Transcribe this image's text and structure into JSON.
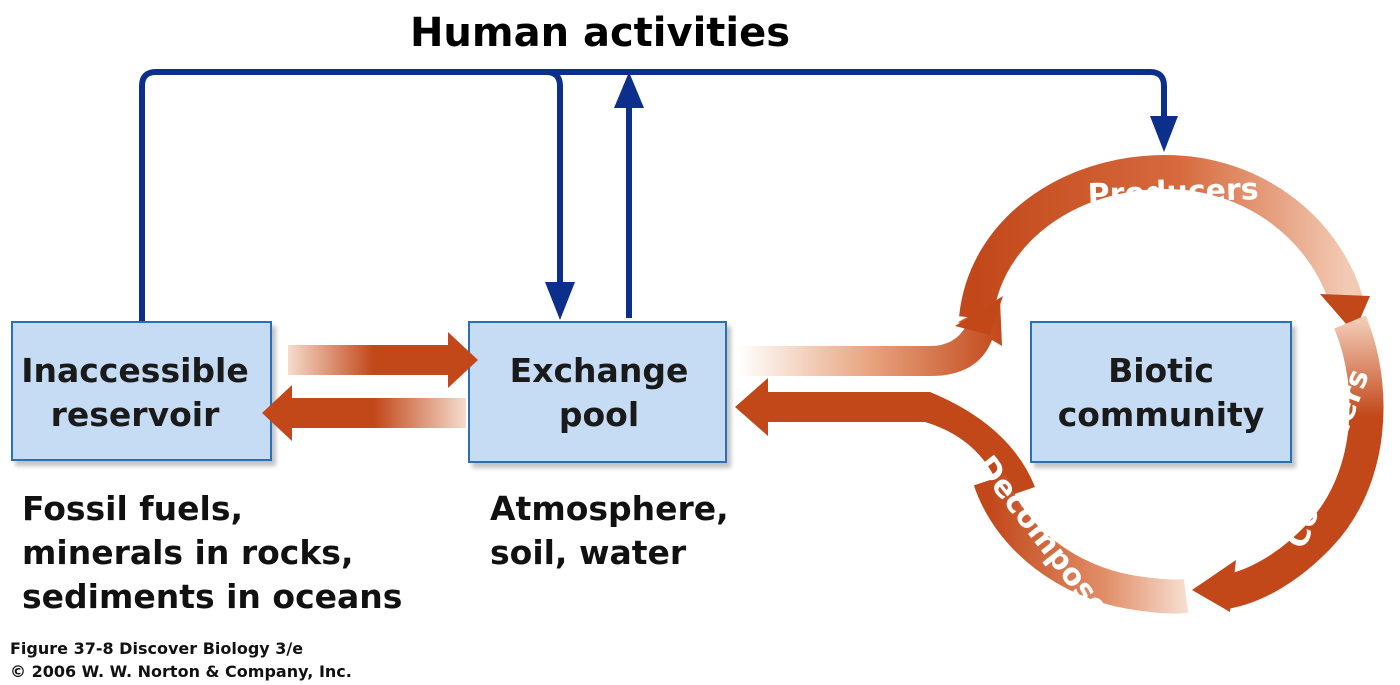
{
  "title": "Human activities",
  "boxes": {
    "inaccessible": {
      "line1": "Inaccessible",
      "line2": "reservoir"
    },
    "exchange": {
      "line1": "Exchange",
      "line2": "pool"
    },
    "biotic": {
      "line1": "Biotic",
      "line2": "community"
    }
  },
  "captions": {
    "inaccessible": [
      "Fossil fuels,",
      "minerals in rocks,",
      "sediments in oceans"
    ],
    "exchange": [
      "Atmosphere,",
      "soil, water"
    ]
  },
  "cycle": {
    "producers": "Producers",
    "consumers": "Consumers",
    "decomposers": "Decomposers"
  },
  "footer": {
    "line1": "Figure 37-8  Discover Biology 3/e",
    "line2": "© 2006 W. W. Norton & Company, Inc."
  },
  "colors": {
    "box_fill": "#c6dcf5",
    "box_stroke": "#2c6fb8",
    "arrow_orange": "#c2481a",
    "arrow_blue": "#0b2f8a"
  }
}
